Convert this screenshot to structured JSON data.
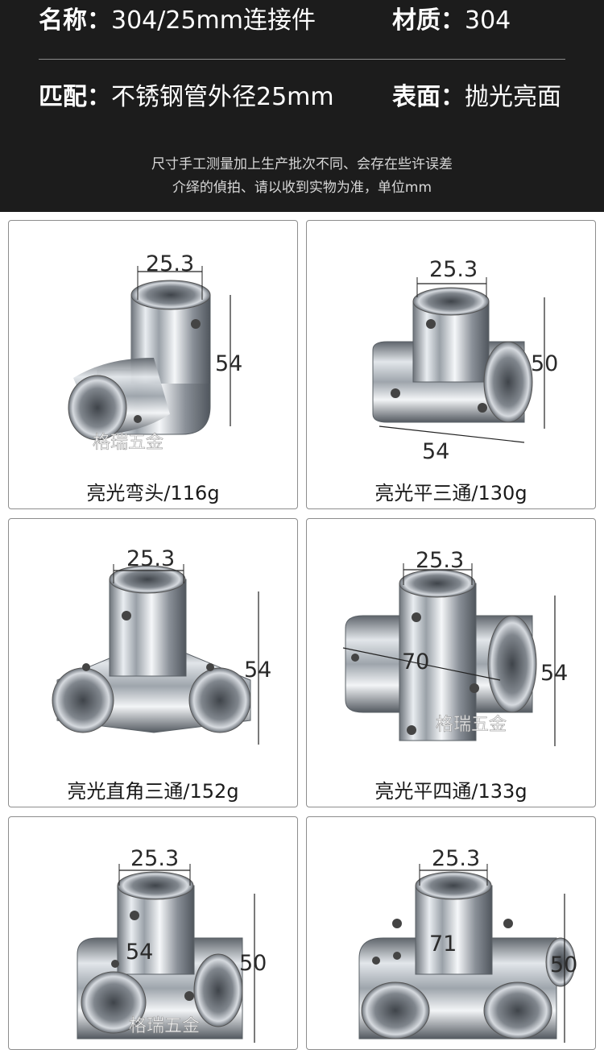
{
  "header": {
    "name_key": "名称：",
    "name_value": "304/25mm连接件",
    "material_key": "材质：",
    "material_value": "304",
    "match_key": "匹配：",
    "match_value": "不锈钢管外径25mm",
    "surface_key": "表面：",
    "surface_value": "抛光亮面",
    "note_line1": "尺寸手工测量加上生产批次不同、会存在些许误差",
    "note_line2": "介绎的偵拍、请以收到实物为准，单位mm"
  },
  "watermark": "格瑞五金",
  "products": [
    {
      "label": "亮光弯头/116g",
      "dims": [
        "25.3",
        "54"
      ]
    },
    {
      "label": "亮光平三通/130g",
      "dims": [
        "25.3",
        "50",
        "54"
      ]
    },
    {
      "label": "亮光直角三通/152g",
      "dims": [
        "25.3",
        "54"
      ]
    },
    {
      "label": "亮光平四通/133g",
      "dims": [
        "25.3",
        "70",
        "54"
      ]
    },
    {
      "label": "",
      "dims": [
        "25.3",
        "54",
        "50"
      ]
    },
    {
      "label": "",
      "dims": [
        "25.3",
        "71",
        "50"
      ]
    }
  ],
  "colors": {
    "header_bg": "#1c1c1c",
    "card_border": "#8d8d8d",
    "metal": "#b9bec4"
  }
}
